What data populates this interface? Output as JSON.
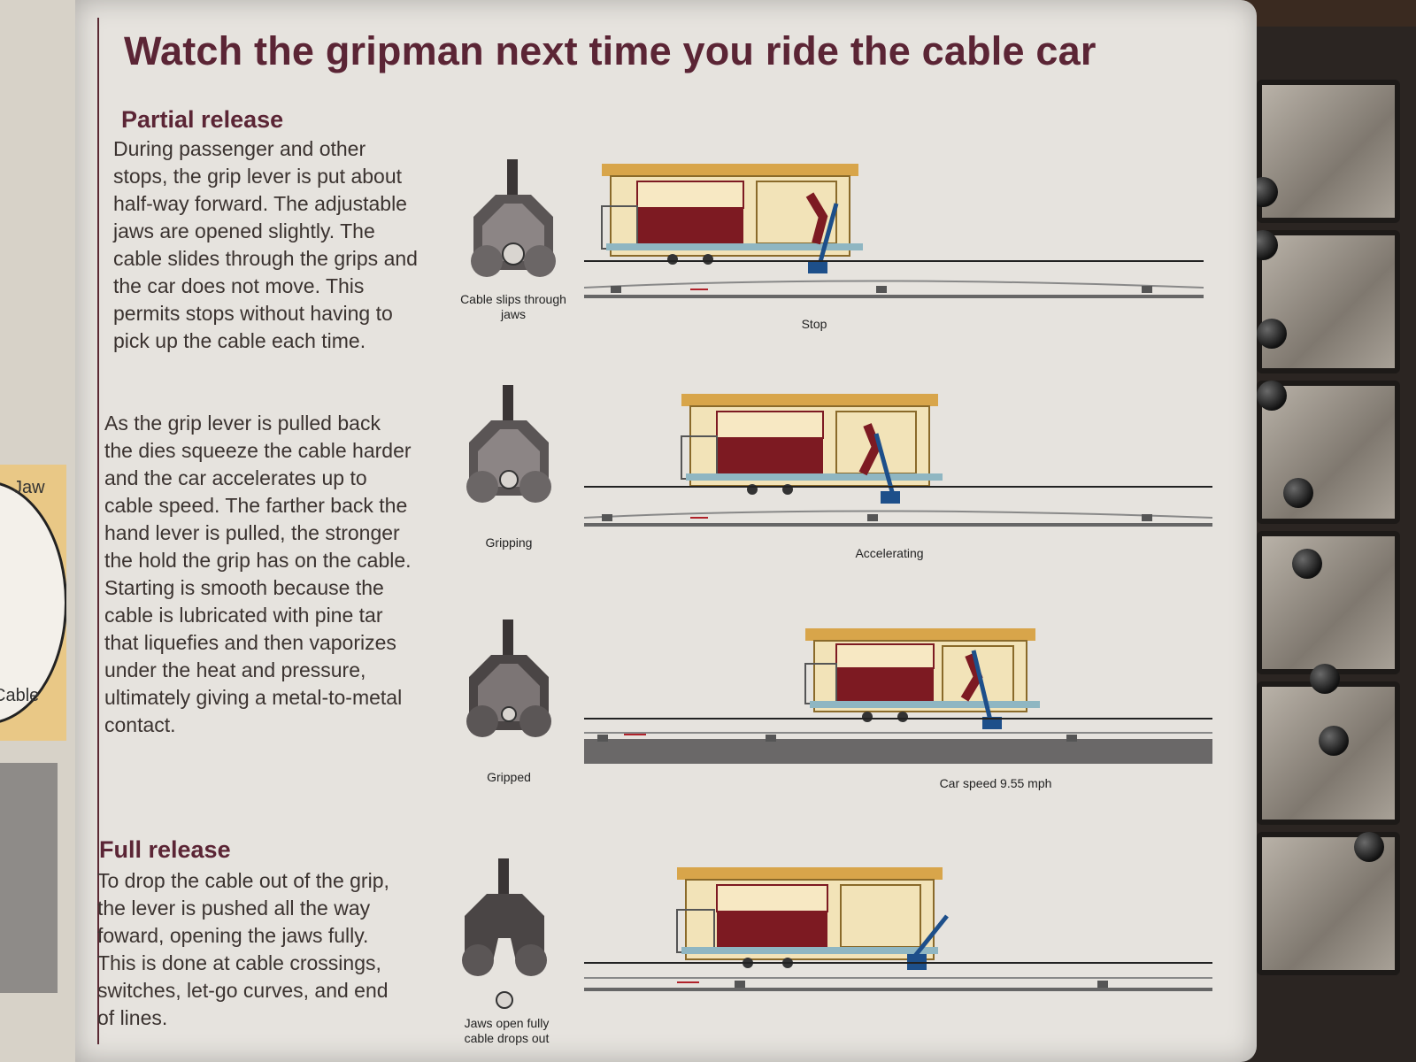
{
  "title": "Watch the gripman next time you ride the cable car",
  "sections": [
    {
      "heading": "Partial release",
      "text": "During passenger and other stops, the grip lever is put about half-way forward. The adjustable jaws are opened slightly. The cable slides through the grips and the car does not move. This permits stops without having to pick up the cable each time."
    },
    {
      "heading": "",
      "text": "As the grip lever is pulled back the dies squeeze the cable harder and the car accelerates up to cable speed. The farther back the hand lever is pulled, the stronger the hold the grip has on the cable. Starting is smooth because the cable is lubricated with pine tar that liquefies and then vaporizes under the heat and pressure, ultimately giving a metal-to-metal contact."
    },
    {
      "heading": "Full release",
      "text": "To drop the cable out of the grip, the lever is pushed all the way foward, opening the jaws fully. This is done at cable crossings, switches, let-go curves, and end of lines."
    }
  ],
  "diagrams": [
    {
      "grip_caption": "Cable slips through jaws",
      "car_caption": "Stop"
    },
    {
      "grip_caption": "Gripping",
      "car_caption": "Accelerating"
    },
    {
      "grip_caption": "Gripped",
      "car_caption": "Car speed 9.55 mph"
    },
    {
      "grip_caption": "Jaws open fully cable drops out",
      "car_caption": ""
    }
  ],
  "left_inset": {
    "label_top": "Jaw",
    "label_bottom": "Cable"
  },
  "colors": {
    "heading": "#5b2535",
    "car_body": "#7d1a22",
    "car_trim": "#d8a54a",
    "panel": "#e6e3de",
    "arrow": "#b0222a"
  }
}
